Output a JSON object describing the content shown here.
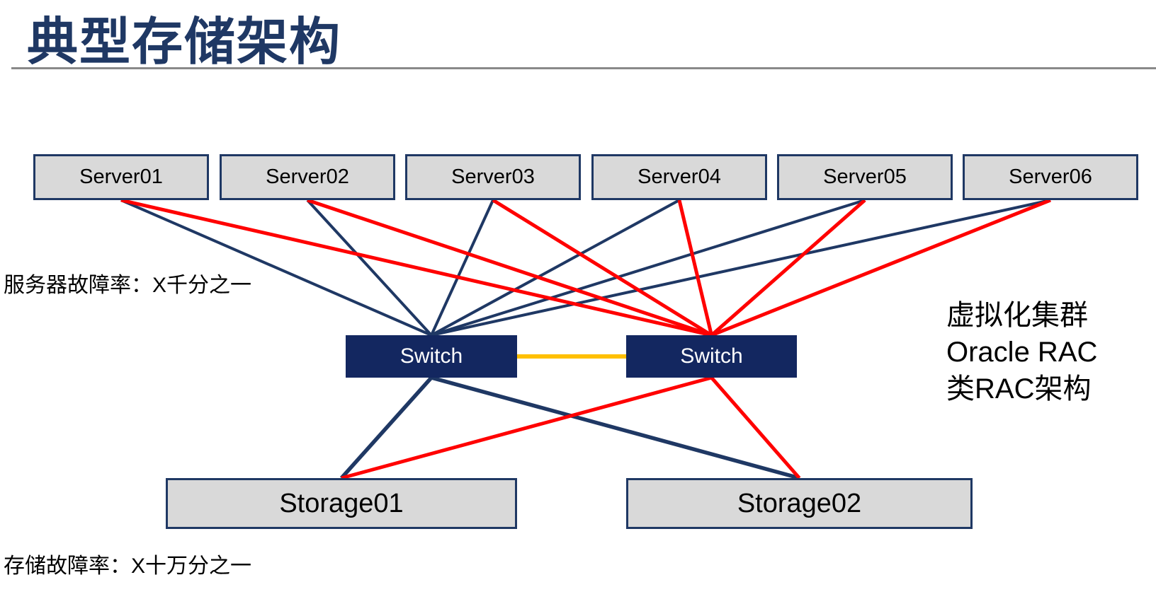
{
  "slide": {
    "title": "典型存储架构"
  },
  "nodes": {
    "servers": [
      "Server01",
      "Server02",
      "Server03",
      "Server04",
      "Server05",
      "Server06"
    ],
    "switches": [
      "Switch",
      "Switch"
    ],
    "storages": [
      "Storage01",
      "Storage02"
    ]
  },
  "annotations": {
    "server_failure_rate": "服务器故障率：X千分之一",
    "storage_failure_rate": "存储故障率：X十万分之一",
    "cluster_note": [
      "虚拟化集群",
      "Oracle RAC",
      "类RAC架构"
    ]
  },
  "colors": {
    "navy": "#1F3864",
    "red": "#FF0000",
    "orange": "#FFC000",
    "node_fill": "#D9D9D9",
    "switch_fill": "#132760",
    "rule_gray": "#898989",
    "title": "#1F3864"
  },
  "edges": [
    {
      "from": "server-1",
      "to": "switch-1",
      "from_side": "bottom",
      "to_side": "top",
      "kind": "server_primary"
    },
    {
      "from": "server-2",
      "to": "switch-1",
      "from_side": "bottom",
      "to_side": "top",
      "kind": "server_primary"
    },
    {
      "from": "server-3",
      "to": "switch-1",
      "from_side": "bottom",
      "to_side": "top",
      "kind": "server_primary"
    },
    {
      "from": "server-4",
      "to": "switch-1",
      "from_side": "bottom",
      "to_side": "top",
      "kind": "server_primary"
    },
    {
      "from": "server-5",
      "to": "switch-1",
      "from_side": "bottom",
      "to_side": "top",
      "kind": "server_primary"
    },
    {
      "from": "server-6",
      "to": "switch-1",
      "from_side": "bottom",
      "to_side": "top",
      "kind": "server_primary"
    },
    {
      "from": "switch-1",
      "to": "storage-1",
      "from_side": "bottom",
      "to_side": "top",
      "kind": "trunk_primary"
    },
    {
      "from": "switch-1",
      "to": "storage-2",
      "from_side": "bottom",
      "to_side": "top",
      "kind": "trunk_primary"
    },
    {
      "from": "server-1",
      "to": "switch-2",
      "from_side": "bottom",
      "to_side": "top",
      "kind": "server_secondary"
    },
    {
      "from": "server-2",
      "to": "switch-2",
      "from_side": "bottom",
      "to_side": "top",
      "kind": "server_secondary"
    },
    {
      "from": "server-3",
      "to": "switch-2",
      "from_side": "bottom",
      "to_side": "top",
      "kind": "server_secondary"
    },
    {
      "from": "server-4",
      "to": "switch-2",
      "from_side": "bottom",
      "to_side": "top",
      "kind": "server_secondary"
    },
    {
      "from": "server-5",
      "to": "switch-2",
      "from_side": "bottom",
      "to_side": "top",
      "kind": "server_secondary"
    },
    {
      "from": "server-6",
      "to": "switch-2",
      "from_side": "bottom",
      "to_side": "top",
      "kind": "server_secondary"
    },
    {
      "from": "switch-2",
      "to": "storage-1",
      "from_side": "bottom",
      "to_side": "top",
      "kind": "trunk_secondary"
    },
    {
      "from": "switch-2",
      "to": "storage-2",
      "from_side": "bottom",
      "to_side": "top",
      "kind": "trunk_secondary"
    },
    {
      "from": "switch-1",
      "to": "switch-2",
      "from_side": "right",
      "to_side": "left",
      "kind": "interlink"
    }
  ]
}
